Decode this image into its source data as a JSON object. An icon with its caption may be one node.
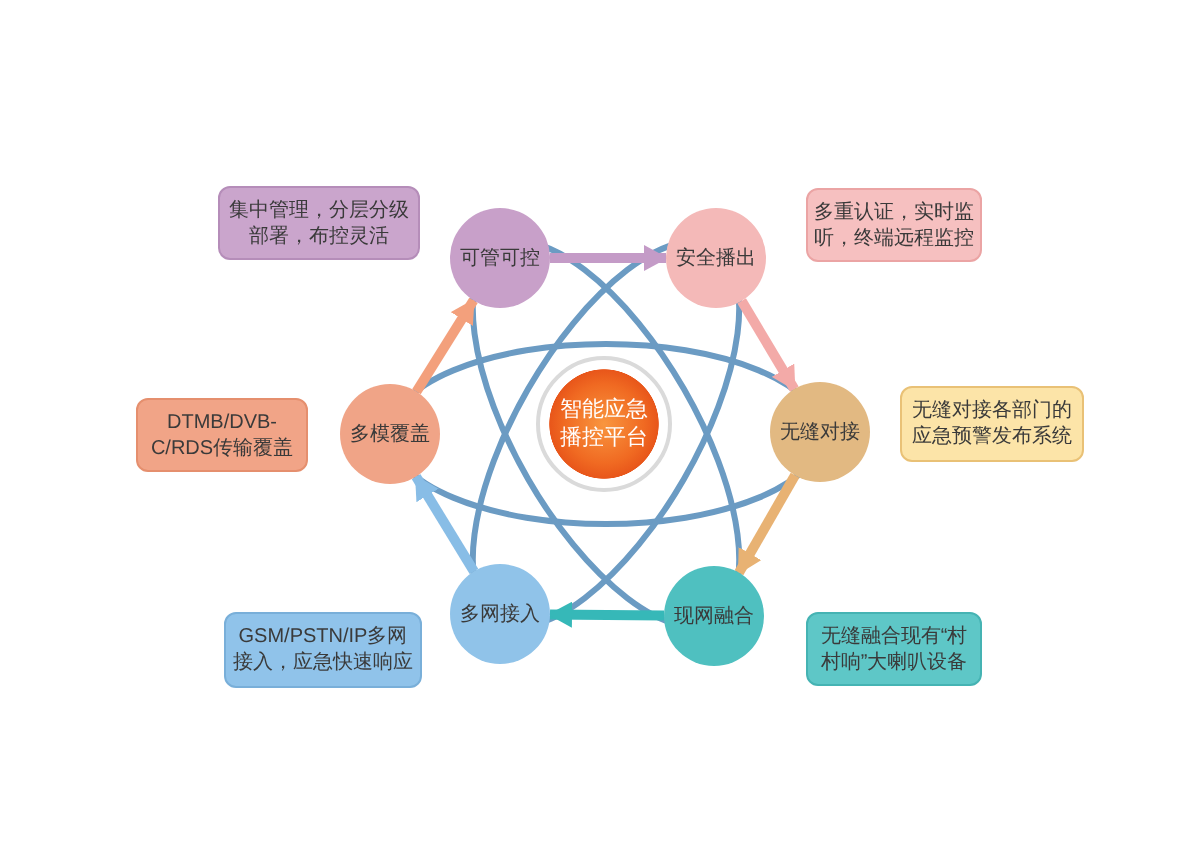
{
  "diagram": {
    "nodes": [
      {
        "text": [
          "集中管理，分层分级部署，布控灵活"
        ]
      },
      {
        "text": [
          "可管可控"
        ]
      },
      {
        "text": [
          "安全播出"
        ]
      },
      {
        "text": [
          "多重认证，实时监听，终端远程监控"
        ]
      },
      {
        "text": [
          "DTMB/DVB-C/RDS传输覆盖"
        ]
      },
      {
        "text": [
          "多模覆盖"
        ]
      },
      {
        "text": [
          "智能应急播控平台"
        ]
      },
      {
        "text": [
          "无缝对接"
        ]
      },
      {
        "text": [
          "无缝对接各部门的应急预警发布系统"
        ]
      },
      {
        "text": [
          "GSM/PSTN/IP多网接入，应急快速响应"
        ]
      },
      {
        "text": [
          "多网接入"
        ]
      },
      {
        "text": [
          "现网融合"
        ]
      },
      {
        "text": [
          "无缝融合现有“村村响”大喇叭设备"
        ]
      }
    ],
    "edges": [
      {
        "from": 1,
        "to": 2,
        "arrow": "to",
        "color": "#c49bc7"
      },
      {
        "from": 2,
        "to": 7,
        "arrow": "to",
        "color": "#f3aaa8"
      },
      {
        "from": 7,
        "to": 11,
        "arrow": "to",
        "color": "#e8b273"
      },
      {
        "from": 11,
        "to": 10,
        "arrow": "to",
        "color": "#36b8b8"
      },
      {
        "from": 10,
        "to": 5,
        "arrow": "to",
        "color": "#88bde6"
      },
      {
        "from": 5,
        "to": 1,
        "arrow": "to",
        "color": "#f3a07c"
      }
    ]
  }
}
